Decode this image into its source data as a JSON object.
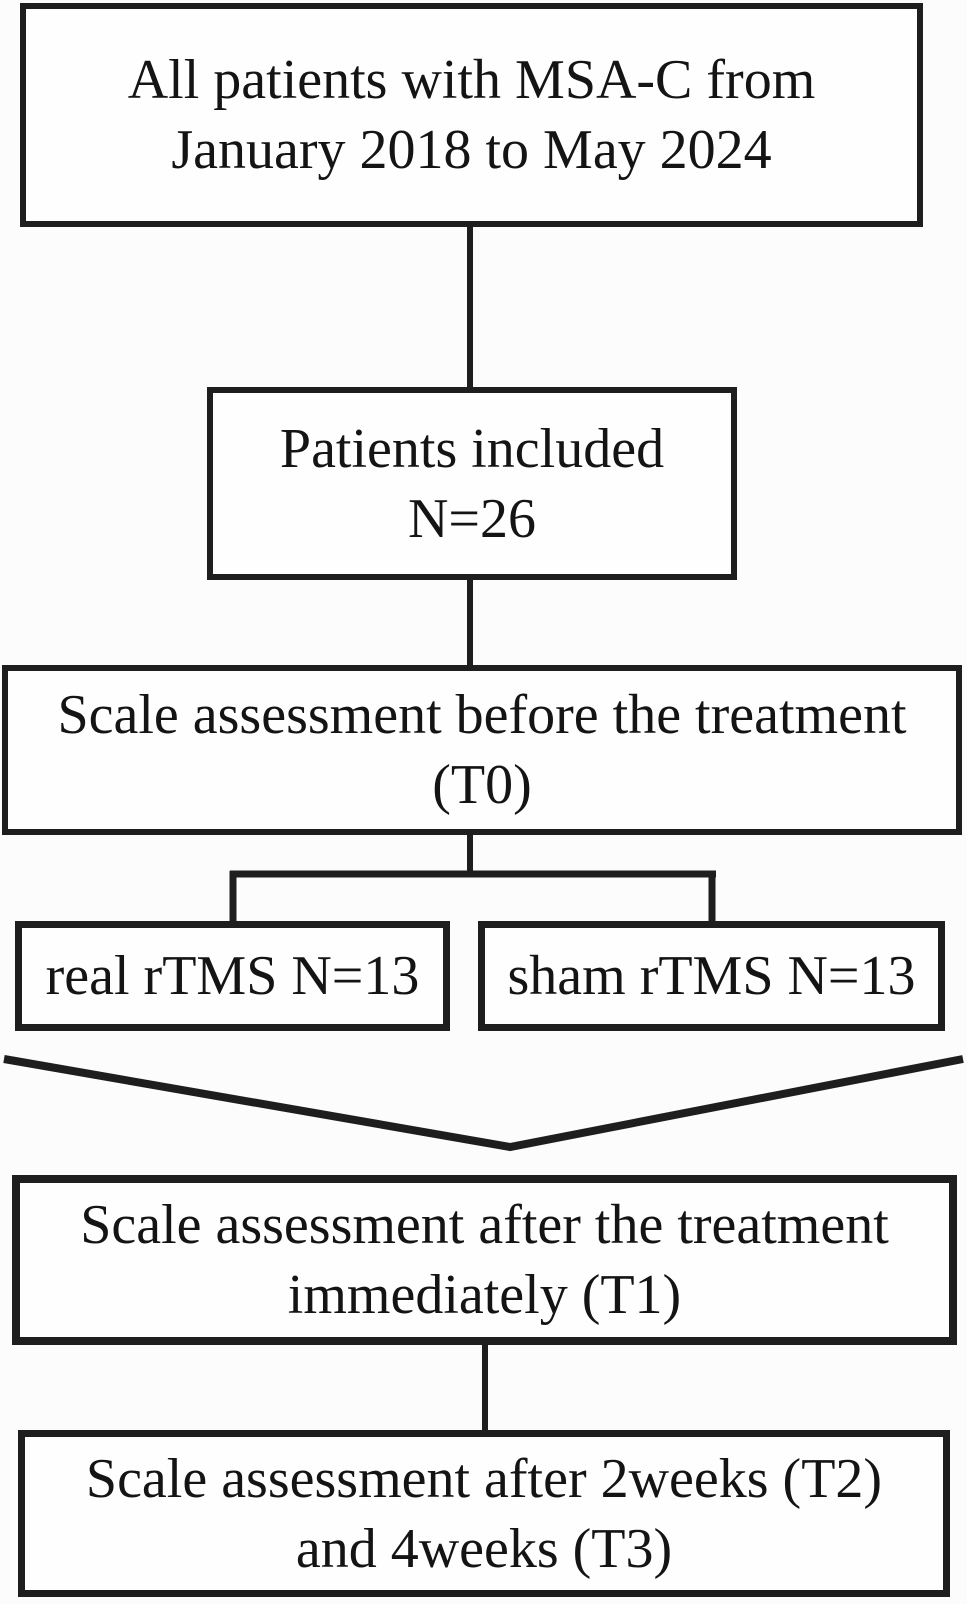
{
  "figure": {
    "type": "flowchart",
    "colors": {
      "line": "#1e1e1e",
      "text": "#141414",
      "box_fill": "#fefefe",
      "background": "#fcfcfc"
    },
    "nodes": [
      {
        "id": "population",
        "lines": [
          "All patients with MSA-C from",
          "January 2018 to May 2024"
        ]
      },
      {
        "id": "included",
        "lines": [
          "Patients included",
          "N=26"
        ]
      },
      {
        "id": "t0",
        "lines": [
          "Scale assessment before the treatment",
          "(T0)"
        ]
      },
      {
        "id": "real-rtms",
        "lines": [
          "real rTMS N=13"
        ]
      },
      {
        "id": "sham-rtms",
        "lines": [
          "sham rTMS N=13"
        ]
      },
      {
        "id": "t1",
        "lines": [
          "Scale assessment after the treatment",
          "immediately (T1)"
        ]
      },
      {
        "id": "t2-t3",
        "lines": [
          "Scale assessment after 2weeks (T2)",
          "and 4weeks (T3)"
        ]
      }
    ]
  }
}
